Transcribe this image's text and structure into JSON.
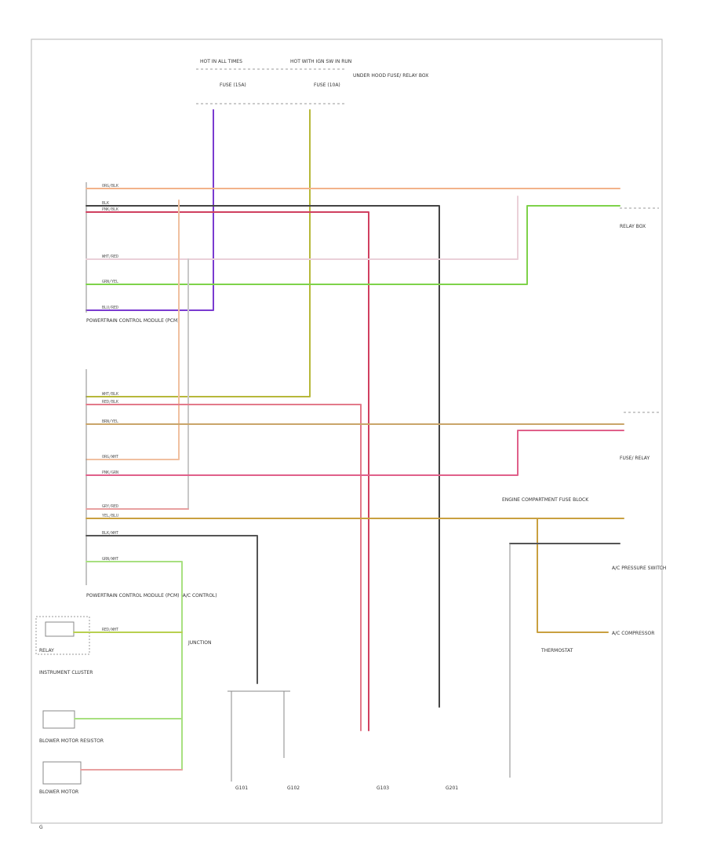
{
  "fuse": {
    "left_label": "HOT IN ALL TIMES",
    "right_label": "HOT WITH IGN SW IN RUN",
    "panel_label": "UNDER HOOD FUSE/ RELAY BOX",
    "fuse_a": "FUSE (15A)",
    "fuse_b": "FUSE (10A)"
  },
  "modules": {
    "ccm_top": "POWERTRAIN CONTROL MODULE (PCM)",
    "ccm_mid": "POWERTRAIN CONTROL MODULE (PCM) (A/C CONTROL)",
    "instrument_cluster": "INSTRUMENT CLUSTER",
    "relay": "RELAY",
    "relay_box": "RELAY BOX",
    "fuse_relay": "FUSE/ RELAY",
    "engine_compartment": "ENGINE COMPARTMENT FUSE BLOCK",
    "ac_pressure": "A/C PRESSURE SWITCH",
    "thermostat": "THERMOSTAT",
    "junction": "JUNCTION",
    "ac_compressor": "A/C COMPRESSOR",
    "ground_a": "G101",
    "ground_b": "G102",
    "ground_c": "G103",
    "ground_d": "G201",
    "blower": "BLOWER MOTOR",
    "blower_res": "BLOWER MOTOR RESISTOR"
  },
  "wire_labels": [
    "ORG/BLK",
    "BLK",
    "PNK/BLK",
    "WHT/RED",
    "GRN/YEL",
    "BLU/RED",
    "WHT/BLK",
    "RED/BLK",
    "BRN/YEL",
    "ORG/WHT",
    "PNK/GRN",
    "GRY/RED",
    "YEL/BLU",
    "BLK/WHT",
    "GRN/WHT",
    "RED/WHT"
  ],
  "footer": "G"
}
